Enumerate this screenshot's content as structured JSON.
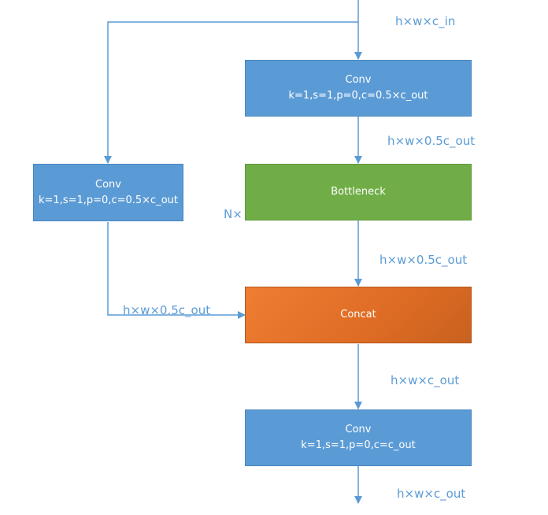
{
  "colors": {
    "conv": "#5b9bd5",
    "bottleneck": "#70ad47",
    "concat": "#ed7d31",
    "arrow": "#5b9bd5",
    "label": "#5b9bd5"
  },
  "boxes": {
    "conv_top": {
      "title": "Conv",
      "params": "k=1,s=1,p=0,c=0.5×c_out"
    },
    "conv_left": {
      "title": "Conv",
      "params": "k=1,s=1,p=0,c=0.5×c_out"
    },
    "bottleneck": {
      "title": "Bottleneck",
      "repeat": "N×"
    },
    "concat": {
      "title": "Concat"
    },
    "conv_bottom": {
      "title": "Conv",
      "params": "k=1,s=1,p=0,c=c_out"
    }
  },
  "labels": {
    "input": "h×w×c_in",
    "after_conv_top": "h×w×0.5c_out",
    "after_bottleneck": "h×w×0.5c_out",
    "left_branch": "h×w×0.5c_out",
    "after_concat": "h×w×c_out",
    "output": "h×w×c_out"
  }
}
